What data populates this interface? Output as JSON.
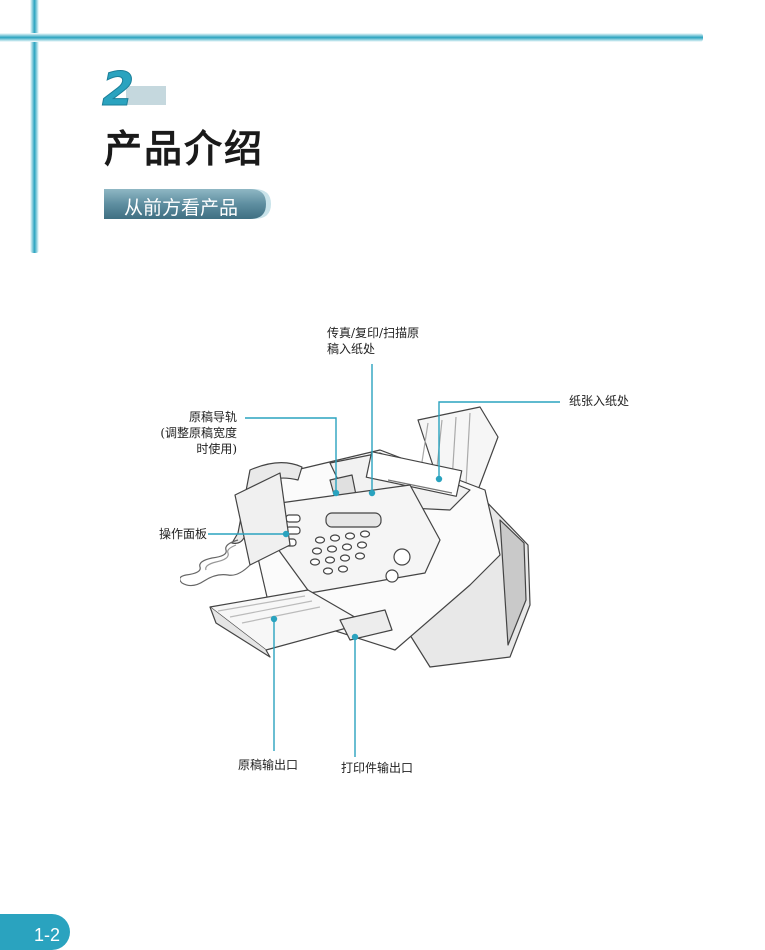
{
  "chapter": {
    "number": "2",
    "title": "产品介绍"
  },
  "section": {
    "label": "从前方看产品"
  },
  "callouts": {
    "feed": [
      "传真/复印/扫描原",
      "稿入纸处"
    ],
    "paper_input": "纸张入纸处",
    "guide": [
      "原稿导轨",
      "(调整原稿宽度",
      "时使用)"
    ],
    "panel": "操作面板",
    "doc_out": "原稿输出口",
    "print_out": "打印件输出口"
  },
  "page_number": "1-2",
  "colors": {
    "accent": "#2aa3bf",
    "accent_light": "#a8dbe6",
    "callout_line": "#2aa3bf"
  }
}
